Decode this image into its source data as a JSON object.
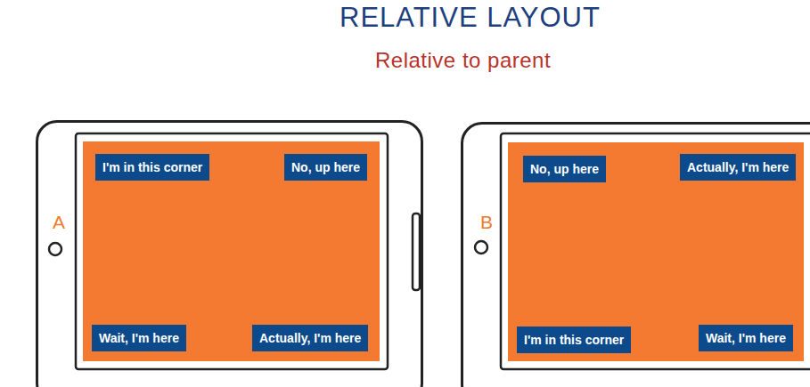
{
  "diagram": {
    "title": "RELATIVE LAYOUT",
    "nodes": [
      {
        "text": [
          "A"
        ]
      },
      {
        "text": [
          "I'm in this corner"
        ],
        "in": 0
      },
      {
        "text": [
          "No, up here"
        ],
        "in": 0
      },
      {
        "text": [
          "Wait, I'm here"
        ],
        "in": 0
      },
      {
        "text": [
          "Actually, I'm here"
        ],
        "in": 0
      },
      {
        "text": [
          "B"
        ]
      },
      {
        "text": [
          "No, up here"
        ],
        "in": 5
      },
      {
        "text": [
          "Actually, I'm here"
        ],
        "in": 5
      },
      {
        "text": [
          "I'm in this corner"
        ],
        "in": 5
      },
      {
        "text": [
          "Wait, I'm here"
        ],
        "in": 5
      }
    ],
    "labels": [
      "Relative to parent"
    ]
  }
}
